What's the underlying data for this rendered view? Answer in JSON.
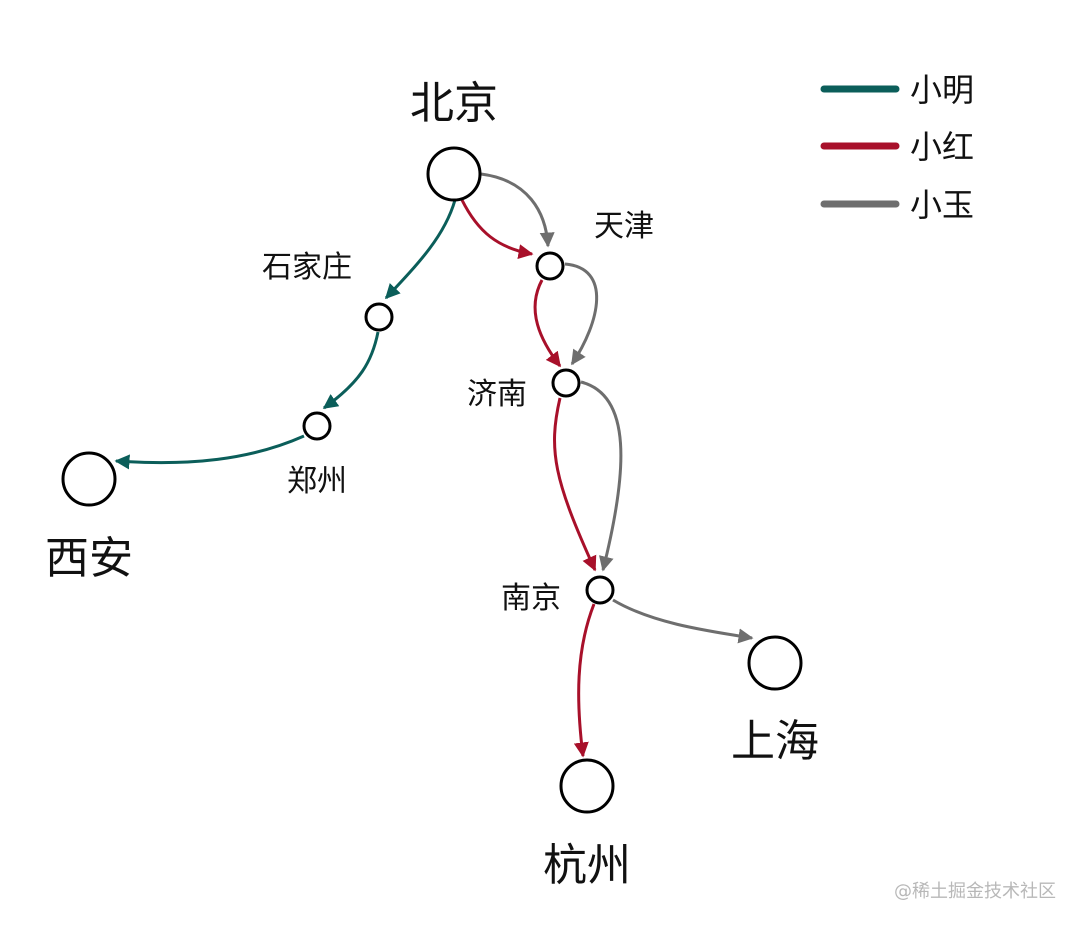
{
  "colors": {
    "xiaoming": "#0b5e5a",
    "xiaohong": "#a8102a",
    "xiaoyu": "#6e6e6e"
  },
  "legend": [
    {
      "key": "xiaoming",
      "label": "小明",
      "color": "#0b5e5a"
    },
    {
      "key": "xiaohong",
      "label": "小红",
      "color": "#a8102a"
    },
    {
      "key": "xiaoyu",
      "label": "小玉",
      "color": "#6e6e6e"
    }
  ],
  "nodes": {
    "beijing": "北京",
    "tianjin": "天津",
    "shijiazhuang": "石家庄",
    "jinan": "济南",
    "zhengzhou": "郑州",
    "xian": "西安",
    "nanjing": "南京",
    "shanghai": "上海",
    "hangzhou": "杭州"
  },
  "routes": {
    "xiaoming": [
      "北京",
      "石家庄",
      "郑州",
      "西安"
    ],
    "xiaohong": [
      "北京",
      "天津",
      "济南",
      "南京",
      "杭州"
    ],
    "xiaoyu": [
      "北京",
      "天津",
      "济南",
      "南京",
      "上海"
    ]
  },
  "watermark": "@稀土掘金技术社区"
}
